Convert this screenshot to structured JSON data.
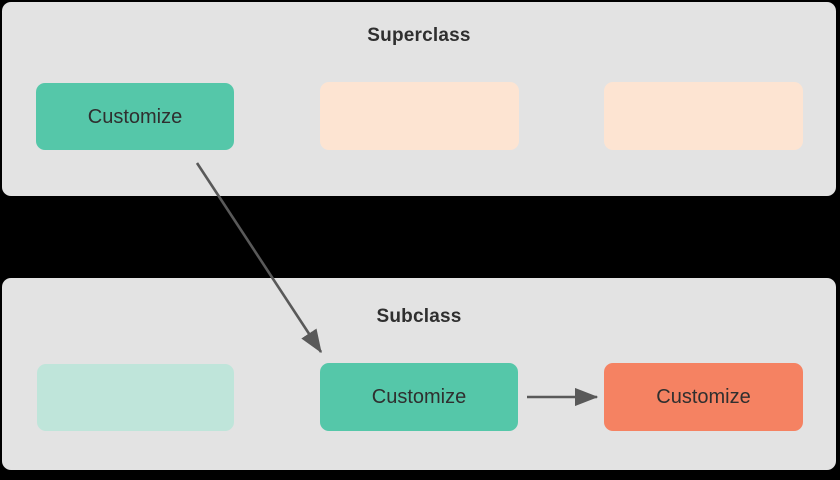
{
  "diagram": {
    "type": "class-hierarchy-override-diagram",
    "background_color": "#000000",
    "panel_color": "#e3e3e3",
    "edge_color": "#595959",
    "panels": [
      {
        "id": "superclass",
        "title": "Superclass",
        "nodes": [
          {
            "id": "super-1",
            "label": "Customize",
            "color": "#55c7a9",
            "filled": true
          },
          {
            "id": "super-2",
            "label": "",
            "color": "#fde4d2",
            "filled": false
          },
          {
            "id": "super-3",
            "label": "",
            "color": "#fde4d2",
            "filled": false
          }
        ]
      },
      {
        "id": "subclass",
        "title": "Subclass",
        "nodes": [
          {
            "id": "sub-1",
            "label": "",
            "color": "#bfe5da",
            "filled": false
          },
          {
            "id": "sub-2",
            "label": "Customize",
            "color": "#55c7a9",
            "filled": true
          },
          {
            "id": "sub-3",
            "label": "Customize",
            "color": "#f58262",
            "filled": true
          }
        ]
      }
    ],
    "edges": [
      {
        "id": "edge-inherit",
        "from": "super-1",
        "to": "sub-2",
        "style": "solid-arrow",
        "orientation": "diagonal"
      },
      {
        "id": "edge-override",
        "from": "sub-2",
        "to": "sub-3",
        "style": "solid-arrow",
        "orientation": "horizontal"
      }
    ]
  }
}
